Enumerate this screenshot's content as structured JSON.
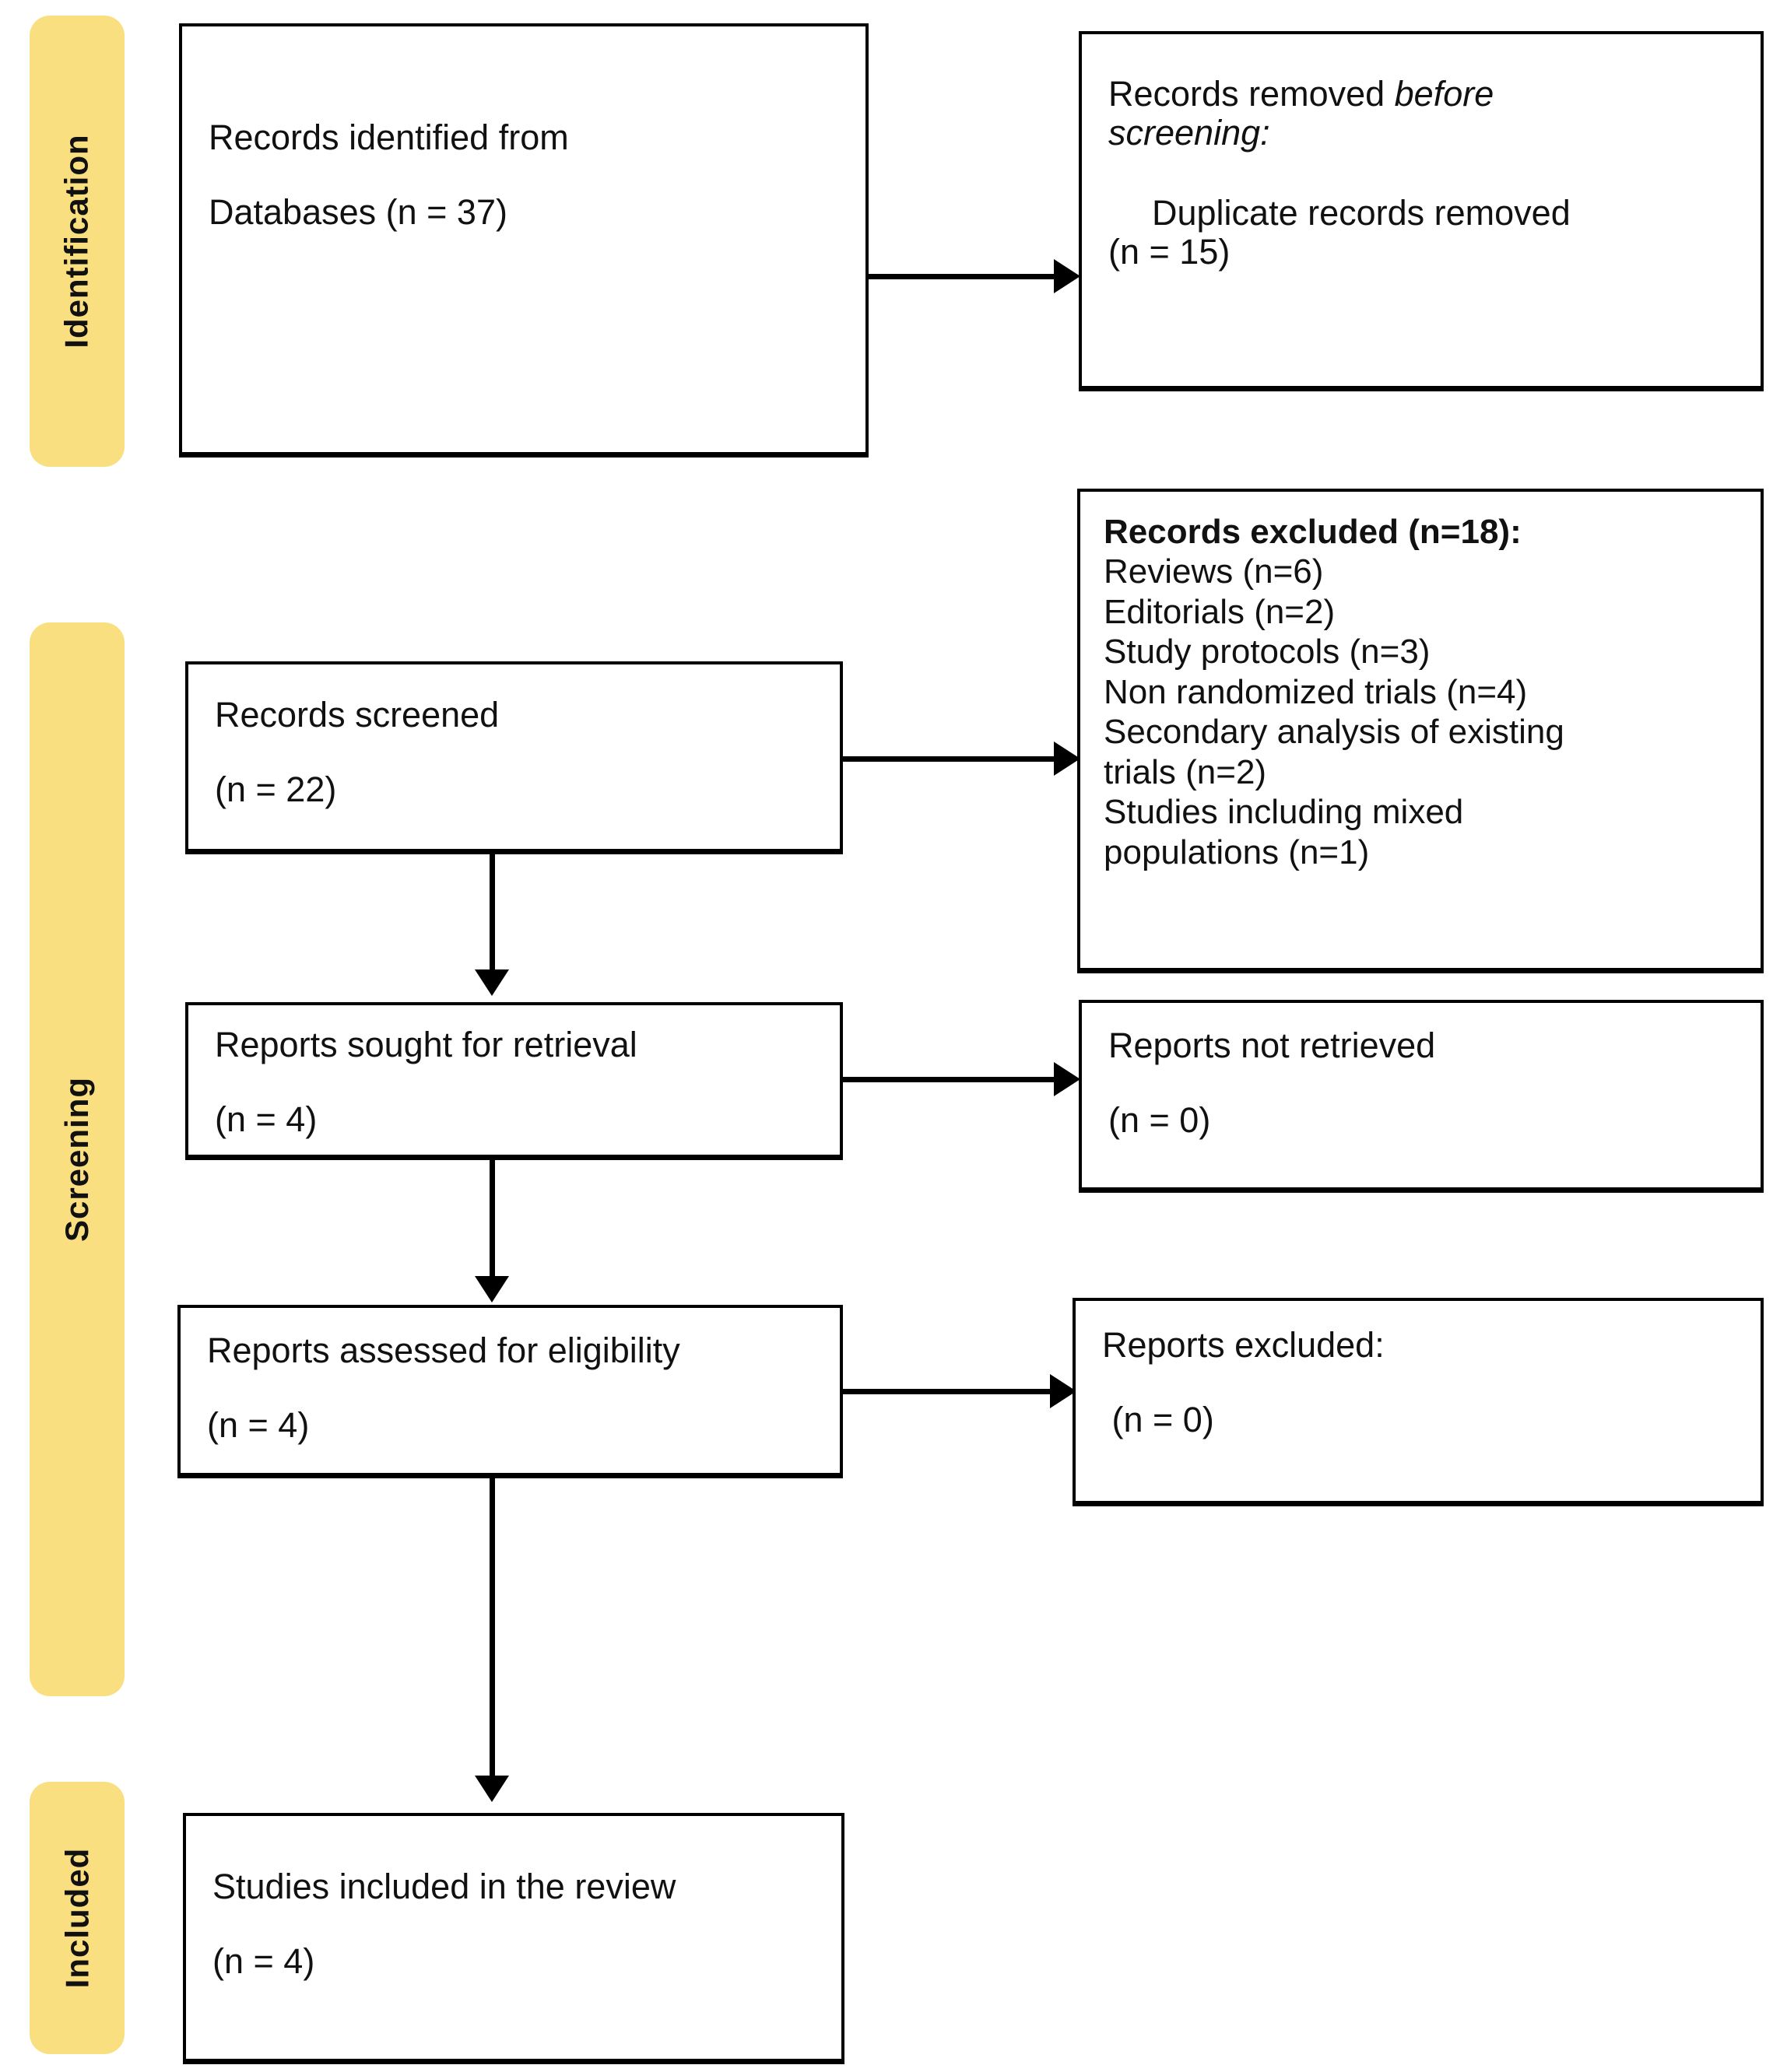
{
  "diagram": {
    "title": "PRISMA 2020 flow diagram",
    "accent_yellow": "#fadf80",
    "line_color": "#000000"
  },
  "stages": [
    {
      "id": "identification",
      "label": "Identification"
    },
    {
      "id": "screening",
      "label": "Screening"
    },
    {
      "id": "included",
      "label": "Included"
    }
  ],
  "boxes": {
    "records_identified": {
      "line1": "Records identified from",
      "line2": "Databases (n = 37)"
    },
    "records_removed": {
      "line1_roman": "Records removed ",
      "line1_italic": "before",
      "line2_italic": "screening:",
      "line3": "Duplicate records removed",
      "line4": "(n = 15)"
    },
    "records_screened": {
      "line1": "Records screened",
      "line2": "(n = 22)"
    },
    "records_excluded": {
      "heading": "Records excluded (n=18):",
      "reasons": [
        "Reviews (n=6)",
        "Editorials (n=2)",
        "Study protocols (n=3)",
        "Non randomized trials (n=4)",
        "Secondary analysis of existing",
        "trials (n=2)",
        "Studies including mixed",
        "populations (n=1)"
      ]
    },
    "reports_sought": {
      "line1": "Reports sought for retrieval",
      "line2": "(n = 4)"
    },
    "reports_not_retrieved": {
      "line1": "Reports not retrieved",
      "line2": "(n = 0)"
    },
    "reports_assessed": {
      "line1": "Reports assessed for eligibility",
      "line2": "(n = 4)"
    },
    "reports_excluded": {
      "line1": "Reports excluded:",
      "line2": " (n = 0)"
    },
    "studies_included": {
      "line1": "Studies included in the review",
      "line2": "(n = 4)"
    }
  },
  "arrows": [
    {
      "id": "identified-to-removed",
      "direction": "right"
    },
    {
      "id": "screened-to-excluded",
      "direction": "right"
    },
    {
      "id": "screened-to-sought",
      "direction": "down"
    },
    {
      "id": "sought-to-not-retrieved",
      "direction": "right"
    },
    {
      "id": "sought-to-assessed",
      "direction": "down"
    },
    {
      "id": "assessed-to-excluded",
      "direction": "right"
    },
    {
      "id": "assessed-to-included",
      "direction": "down"
    }
  ]
}
